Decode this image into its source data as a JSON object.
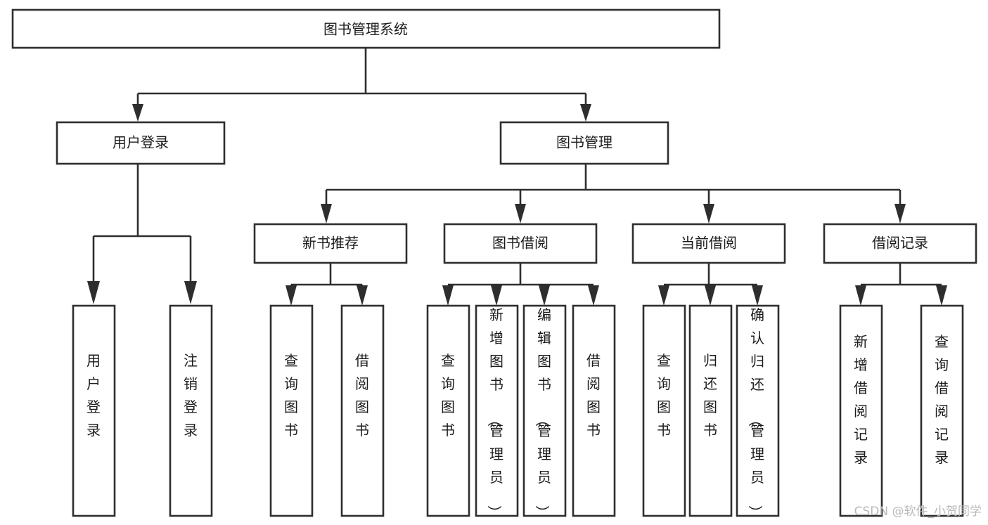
{
  "diagram": {
    "type": "tree-hierarchy-functional-decomposition",
    "root": {
      "id": "root",
      "label": "图书管理系统"
    },
    "level1": [
      {
        "id": "user-login",
        "label": "用户登录"
      },
      {
        "id": "book-manage",
        "label": "图书管理"
      }
    ],
    "level2": [
      {
        "id": "new-book-recommend",
        "label": "新书推荐",
        "parent": "book-manage"
      },
      {
        "id": "book-borrow",
        "label": "图书借阅",
        "parent": "book-manage"
      },
      {
        "id": "current-borrow",
        "label": "当前借阅",
        "parent": "book-manage"
      },
      {
        "id": "borrow-record",
        "label": "借阅记录",
        "parent": "book-manage"
      }
    ],
    "leaves": [
      {
        "id": "leaf-user-login",
        "label": "用户登录",
        "parent": "user-login"
      },
      {
        "id": "leaf-logout-login",
        "label": "注销登录",
        "parent": "user-login"
      },
      {
        "id": "leaf-query-book-1",
        "label": "查询图书",
        "parent": "new-book-recommend"
      },
      {
        "id": "leaf-borrow-book-1",
        "label": "借阅图书",
        "parent": "new-book-recommend"
      },
      {
        "id": "leaf-query-book-2",
        "label": "查询图书",
        "parent": "book-borrow"
      },
      {
        "id": "leaf-add-book",
        "label": "新增图书（管理员）",
        "parent": "book-borrow"
      },
      {
        "id": "leaf-edit-book",
        "label": "编辑图书（管理员）",
        "parent": "book-borrow"
      },
      {
        "id": "leaf-borrow-book-2",
        "label": "借阅图书",
        "parent": "book-borrow"
      },
      {
        "id": "leaf-query-book-3",
        "label": "查询图书",
        "parent": "current-borrow"
      },
      {
        "id": "leaf-return-book",
        "label": "归还图书",
        "parent": "current-borrow"
      },
      {
        "id": "leaf-confirm-return",
        "label": "确认归还（管理员）",
        "parent": "current-borrow"
      },
      {
        "id": "leaf-add-record",
        "label": "新增借阅记录",
        "parent": "borrow-record"
      },
      {
        "id": "leaf-query-record",
        "label": "查询借阅记录",
        "parent": "borrow-record"
      }
    ]
  },
  "watermark": {
    "text": "CSDN @软件_小贺同学"
  },
  "colors": {
    "stroke": "#2e2e2e",
    "fill": "#ffffff",
    "text": "#1b1b1b",
    "watermark": "#b9b9b9"
  }
}
